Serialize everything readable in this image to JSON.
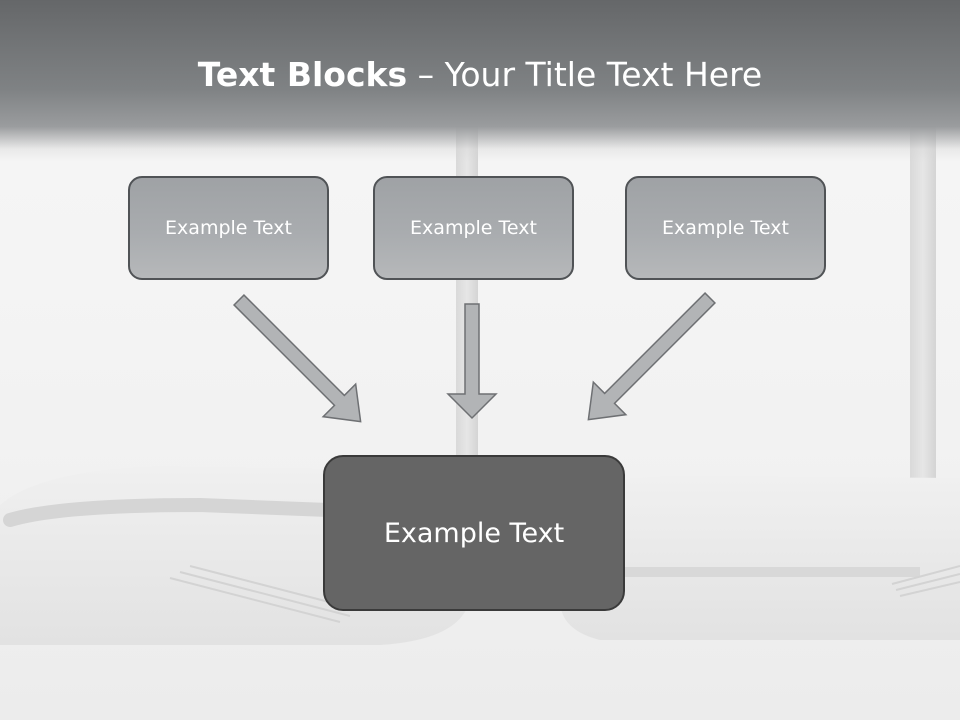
{
  "slide": {
    "title_bold": "Text Blocks",
    "title_rest": " – Your Title Text Here"
  },
  "blocks": {
    "top": [
      {
        "label": "Example Text"
      },
      {
        "label": "Example Text"
      },
      {
        "label": "Example Text"
      }
    ],
    "center": {
      "label": "Example Text"
    }
  },
  "colors": {
    "title_band": "#727578",
    "small_box_fill": "#a9acaf",
    "big_box_fill": "#656565",
    "arrow_fill": "#b2b4b6",
    "arrow_stroke": "#6e7073"
  }
}
